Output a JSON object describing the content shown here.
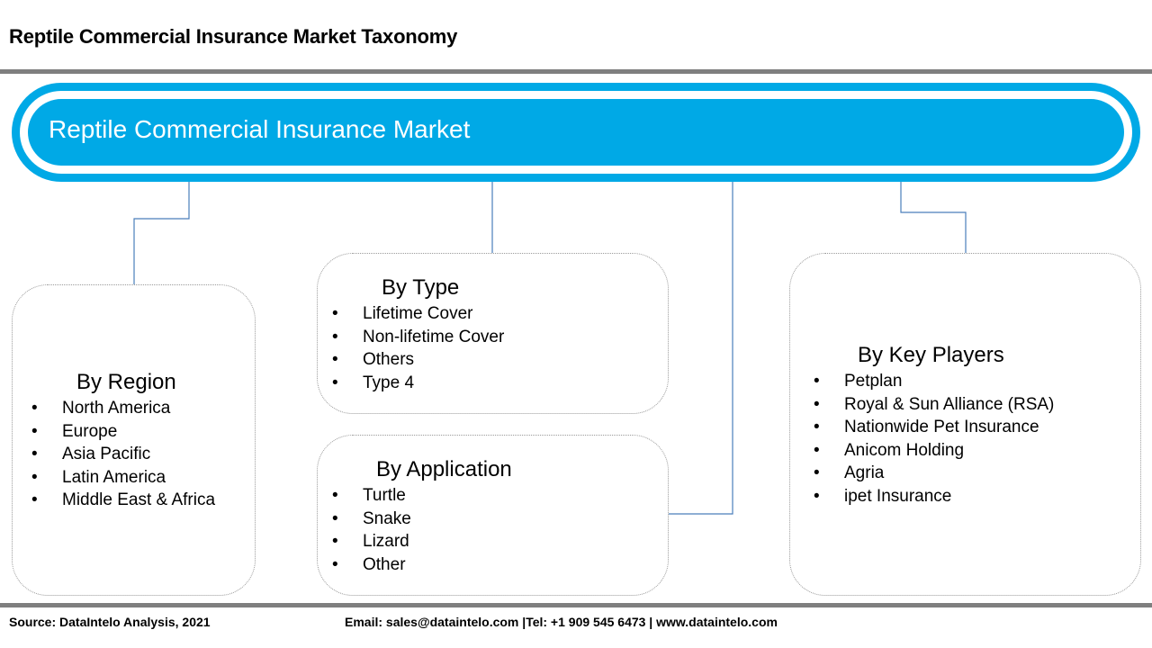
{
  "page_title": "Reptile Commercial Insurance Market Taxonomy",
  "root": {
    "label": "Reptile Commercial Insurance Market"
  },
  "branches": {
    "region": {
      "heading": "By Region",
      "items": [
        "North America",
        "Europe",
        "Asia Pacific",
        "Latin America",
        "Middle East & Africa"
      ]
    },
    "type": {
      "heading": "By Type",
      "items": [
        "Lifetime Cover",
        "Non-lifetime Cover",
        "Others",
        "Type 4"
      ]
    },
    "application": {
      "heading": "By Application",
      "items": [
        "Turtle",
        "Snake",
        "Lizard",
        "Other"
      ]
    },
    "key_players": {
      "heading": "By Key Players",
      "items": [
        "Petplan",
        "Royal & Sun Alliance (RSA)",
        "Nationwide Pet Insurance",
        "Anicom Holding",
        "Agria",
        "ipet Insurance"
      ]
    }
  },
  "footer": {
    "source": "Source: DataIntelo Analysis, 2021",
    "contact": "Email: sales@dataintelo.com |Tel: +1 909 545 6473 | www.dataintelo.com"
  },
  "colors": {
    "banner": "#00a9e6",
    "connector": "#4a7ebb",
    "rule": "#7f7f7f"
  }
}
